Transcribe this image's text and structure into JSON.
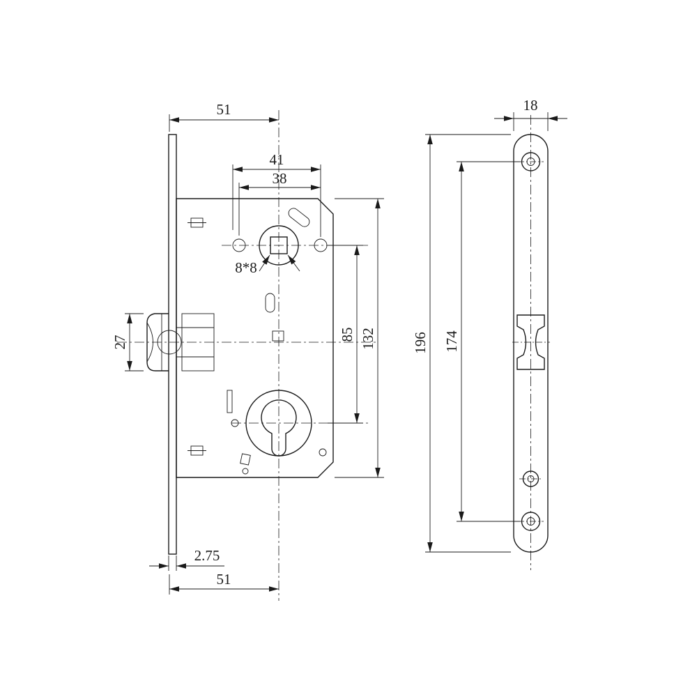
{
  "drawing": {
    "type": "technical-drawing",
    "subject": "mortise-lock-with-faceplate",
    "background": "#ffffff",
    "line_color": "#1a1a1a"
  },
  "dimensions": {
    "backset_top": "51",
    "hole_span_outer": "41",
    "hole_span_inner": "38",
    "spindle_square": "8*8",
    "latch_height": "27",
    "center_distance": "85",
    "body_height": "132",
    "faceplate_thickness": "2.75",
    "backset_bottom": "51",
    "faceplate_width": "18",
    "faceplate_length": "196",
    "screw_distance": "174"
  }
}
